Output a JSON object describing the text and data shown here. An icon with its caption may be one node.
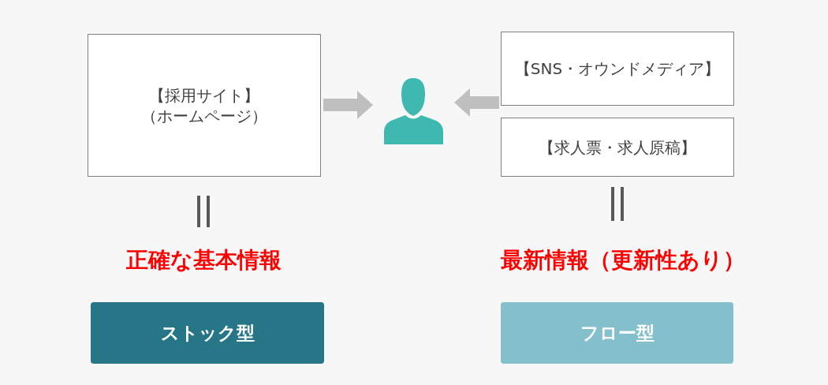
{
  "diagram": {
    "nodes": [
      {
        "text": [
          "【採用サイト】（ホームページ）"
        ]
      },
      {
        "text": [],
        "shape": "person"
      },
      {
        "text": [
          "【SNS・オウンドメディア】"
        ]
      },
      {
        "text": [
          "【求人票・求人原稿】"
        ]
      },
      {
        "text": [
          "ストック型"
        ]
      },
      {
        "text": [
          "フロー型"
        ]
      }
    ],
    "edges": [
      {
        "from": 0,
        "to": 1,
        "arrow": "to"
      },
      {
        "from": 2,
        "to": 1,
        "arrow": "to"
      }
    ],
    "labels": [
      "正確な基本情報",
      "最新情報（更新性あり）"
    ]
  }
}
